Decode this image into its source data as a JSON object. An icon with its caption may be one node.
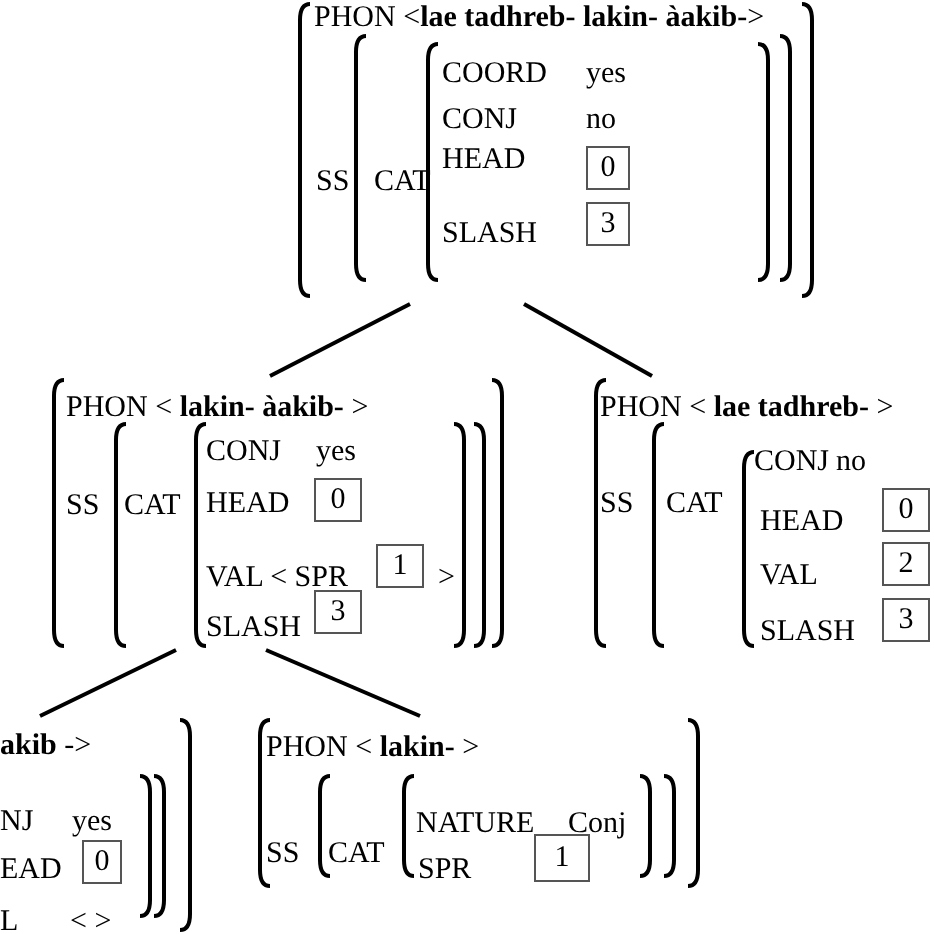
{
  "diagram": {
    "nodes": [
      {
        "text": [
          "PHON <**lae tadhreb- lakin- àakib-**>",
          "SS",
          "CAT",
          "COORD",
          "yes",
          "CONJ",
          "no",
          "HEAD",
          "SLASH"
        ]
      },
      {
        "text": [
          "0"
        ],
        "in": 0
      },
      {
        "text": [
          "3"
        ],
        "in": 0
      },
      {
        "text": [
          "PHON < **lakin- àakib-** >",
          "SS",
          "CAT",
          "CONJ",
          "yes",
          "HEAD",
          "VAL < SPR",
          ">",
          "SLASH"
        ]
      },
      {
        "text": [
          "0"
        ],
        "in": 3
      },
      {
        "text": [
          "1"
        ],
        "in": 3
      },
      {
        "text": [
          "3"
        ],
        "in": 3
      },
      {
        "text": [
          "PHON < **lae tadhreb-** >",
          "SS",
          "CAT",
          "CONJ",
          "no",
          "HEAD",
          "VAL",
          "SLASH"
        ]
      },
      {
        "text": [
          "0"
        ],
        "in": 7
      },
      {
        "text": [
          "2"
        ],
        "in": 7
      },
      {
        "text": [
          "3"
        ],
        "in": 7
      },
      {
        "text": [
          "**akib** ->",
          "NJ",
          "yes",
          "EAD",
          "L",
          "< >"
        ]
      },
      {
        "text": [
          "0"
        ],
        "in": 11
      },
      {
        "text": [
          "PHON < **lakin-** >",
          "SS",
          "CAT",
          "NATURE",
          "Conj",
          "SPR"
        ]
      },
      {
        "text": [
          "1"
        ],
        "in": 13
      }
    ],
    "edges": [
      {
        "from": 0,
        "to": 3,
        "arrow": "none"
      },
      {
        "from": 0,
        "to": 7,
        "arrow": "none"
      },
      {
        "from": 3,
        "to": 11,
        "arrow": "none"
      },
      {
        "from": 3,
        "to": 13,
        "arrow": "none"
      }
    ]
  }
}
